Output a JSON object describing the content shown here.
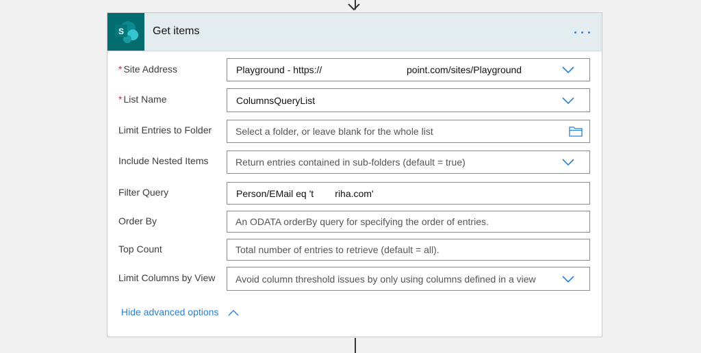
{
  "action": {
    "title": "Get items",
    "connector_icon": "sharepoint-icon",
    "connector_letter": "S",
    "more_label": "..."
  },
  "fields": {
    "site_address": {
      "label": "Site Address",
      "required_mark": "*",
      "value_part1": "Playground - https://",
      "value_part2": "point.com/sites/Playground"
    },
    "list_name": {
      "label": "List Name",
      "required_mark": "*",
      "value": "ColumnsQueryList"
    },
    "limit_folder": {
      "label": "Limit Entries to Folder",
      "placeholder": "Select a folder, or leave blank for the whole list"
    },
    "include_nested": {
      "label": "Include Nested Items",
      "placeholder": "Return entries contained in sub-folders (default = true)"
    },
    "filter_query": {
      "label": "Filter Query",
      "value": "Person/EMail eq 't        riha.com'"
    },
    "order_by": {
      "label": "Order By",
      "placeholder": "An ODATA orderBy query for specifying the order of entries."
    },
    "top_count": {
      "label": "Top Count",
      "placeholder": "Total number of entries to retrieve (default = all)."
    },
    "limit_columns": {
      "label": "Limit Columns by View",
      "placeholder": "Avoid column threshold issues by only using columns defined in a view"
    }
  },
  "advanced_toggle": {
    "label": "Hide advanced options"
  },
  "colors": {
    "accent": "#2b7fd4",
    "sharepoint_tile": "#036c70",
    "header_bg": "#e3ecef",
    "required": "#c4314b"
  }
}
